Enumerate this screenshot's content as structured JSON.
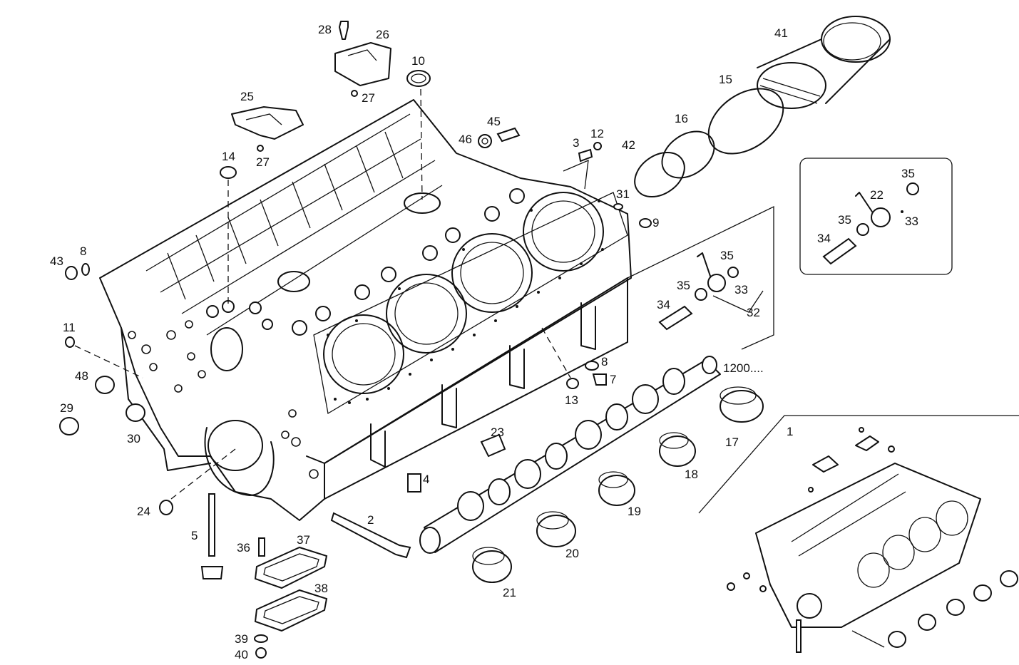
{
  "figure": {
    "callouts": [
      "1",
      "2",
      "3",
      "4",
      "5",
      "7",
      "8",
      "8",
      "9",
      "10",
      "11",
      "12",
      "13",
      "14",
      "15",
      "16",
      "17",
      "18",
      "19",
      "20",
      "21",
      "22",
      "23",
      "24",
      "25",
      "26",
      "27",
      "27",
      "28",
      "29",
      "30",
      "31",
      "32",
      "33",
      "33",
      "34",
      "34",
      "35",
      "35",
      "35",
      "35",
      "36",
      "37",
      "38",
      "39",
      "40",
      "41",
      "42",
      "43",
      "45",
      "46",
      "48",
      "1200...."
    ]
  }
}
